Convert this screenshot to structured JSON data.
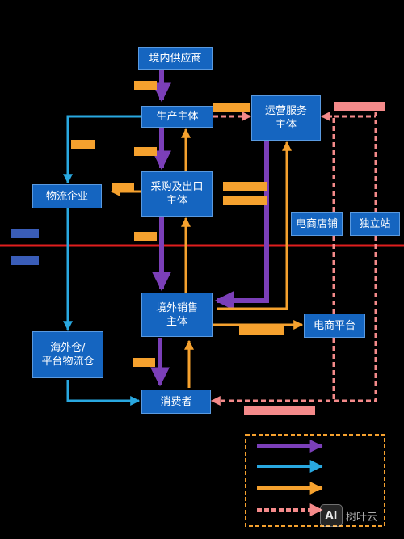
{
  "nodes": {
    "domestic_supplier": "境内供应商",
    "producer": "生产主体",
    "operator": "运营服务\n主体",
    "logistics": "物流企业",
    "purchase_export": "采购及出口\n主体",
    "ecommerce_store": "电商店铺",
    "independent_site": "独立站",
    "overseas_sales": "境外销售\n主体",
    "ecommerce_platform": "电商平台",
    "overseas_warehouse": "海外仓/\n平台物流仓",
    "consumer": "消费者"
  },
  "colors": {
    "goods": "#7b3fb8",
    "logistics": "#29a8e0",
    "funds": "#f5a12e",
    "service": "#f48a8a",
    "border_line": "#e01e1e",
    "node_fill": "#1565c0"
  },
  "watermark": {
    "logo": "AI",
    "text": "树叶云"
  }
}
